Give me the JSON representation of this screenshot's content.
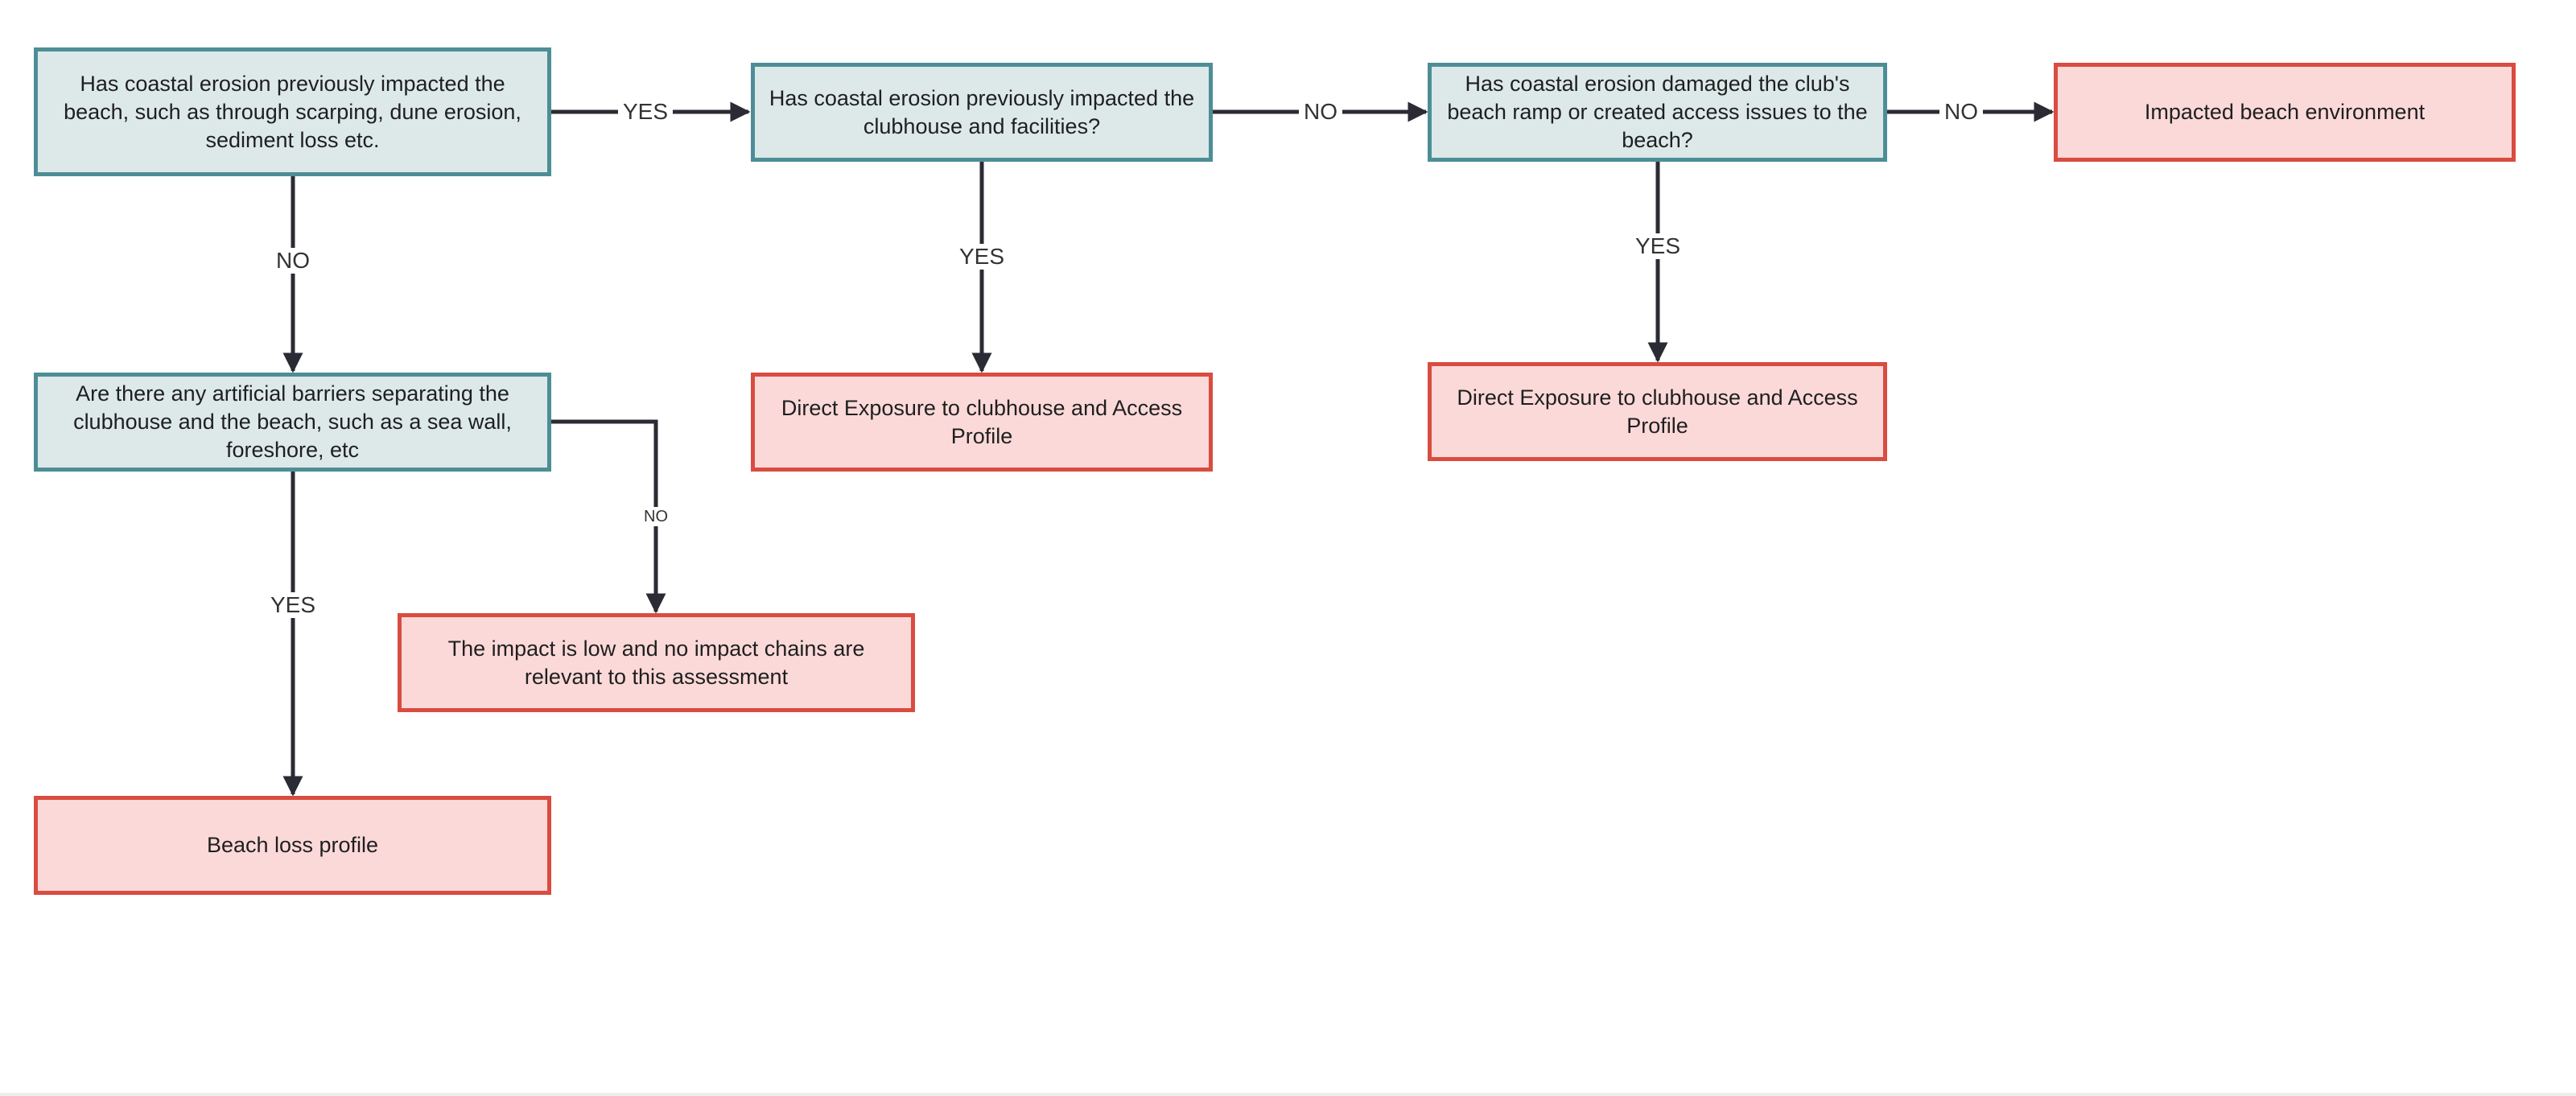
{
  "colors": {
    "question_fill": "#dde9e9",
    "question_border": "#4d8e96",
    "outcome_fill": "#fcd9d9",
    "outcome_border": "#d94c40",
    "connector": "#2b2b35"
  },
  "nodes": {
    "q1": "Has coastal erosion previously impacted the beach, such as through scarping, dune erosion, sediment loss etc.",
    "q2": "Has coastal erosion previously impacted the clubhouse and facilities?",
    "q3": "Has coastal erosion damaged the club's beach ramp or created access issues to the beach?",
    "q4": "Are there any artificial barriers separating the clubhouse and the beach, such as a sea wall, foreshore, etc",
    "o_impacted_beach": "Impacted beach environment",
    "o_direct_exposure_1": "Direct Exposure to clubhouse and Access Profile",
    "o_direct_exposure_2": "Direct Exposure to clubhouse and Access Profile",
    "o_low_impact": "The impact is low and no impact chains are relevant to this assessment",
    "o_beach_loss": "Beach loss profile"
  },
  "edges": {
    "q1_q2": "YES",
    "q2_q3": "NO",
    "q3_impacted": "NO",
    "q1_q4": "NO",
    "q2_direct1": "YES",
    "q3_direct2": "YES",
    "q4_low": "NO",
    "q4_beachloss": "YES"
  }
}
